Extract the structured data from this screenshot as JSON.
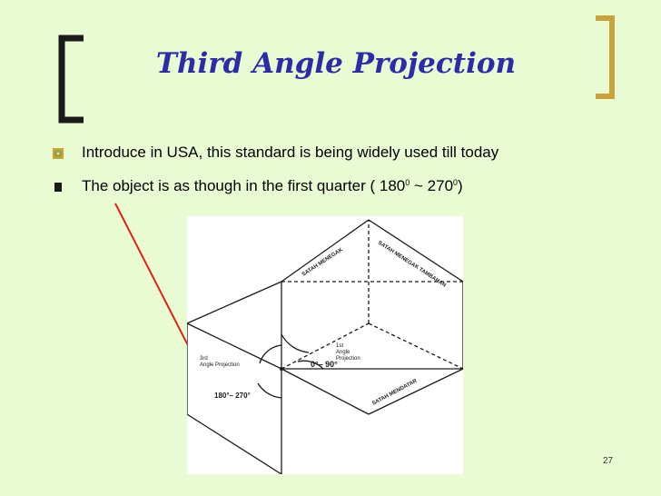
{
  "title": "Third Angle Projection",
  "bullets": [
    {
      "text": "Introduce in USA, this standard is being widely used till today",
      "icon": "flower-bullet-icon"
    },
    {
      "text_before": "The object is as though in the first quarter ( 180",
      "sup1": "0",
      "text_mid": " ~ 270",
      "sup2": "0",
      "text_after": ")",
      "icon": "square-bullet-icon"
    }
  ],
  "figure": {
    "labels": {
      "satah_menegak": "SATAH MENEGAK",
      "satah_menegak_tambahan": "SATAH MENEGAK TAMBAHAN",
      "satah_mendatar": "SATAH MENDATAR",
      "first_angle": [
        "1st",
        "Angle",
        "Projection"
      ],
      "third_angle": [
        "3rd",
        "Angle Projection"
      ],
      "angle_0_90": "0°– 90°",
      "angle_180_270": "180°– 270°"
    }
  },
  "page_number": "27",
  "colors": {
    "background": "#e9fbd3",
    "bracket": "#1b1b1b",
    "bracket_right": "#c9a23a",
    "title": "#2c2ca8",
    "arrow": "#e0201a"
  }
}
